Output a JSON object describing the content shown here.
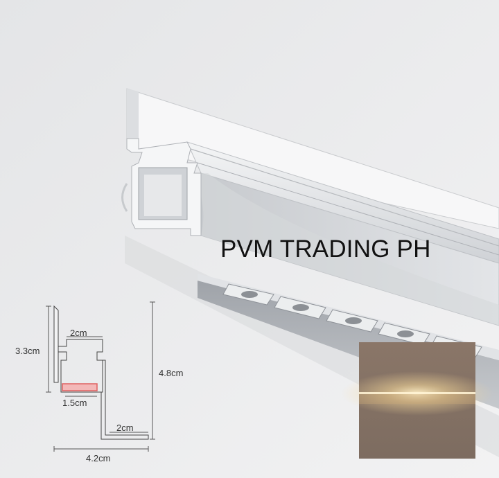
{
  "brand": {
    "text": "PVM TRADING PH",
    "color": "#111111"
  },
  "dimensions": {
    "height_left": "3.3cm",
    "channel_width": "2cm",
    "strip_width": "1.5cm",
    "height_total": "4.8cm",
    "flange_width": "2cm",
    "total_width": "4.2cm"
  },
  "colors": {
    "background": "#ededee",
    "aluminum": "#d4d6d9",
    "led_strip": "#e06060",
    "warm_light": "#f6d99a"
  }
}
